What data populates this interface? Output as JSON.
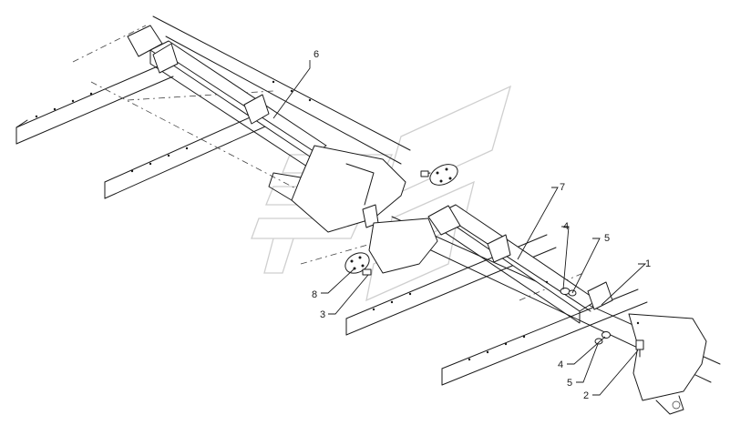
{
  "callouts": [
    {
      "id": "c6",
      "text": "6"
    },
    {
      "id": "c7",
      "text": "7"
    },
    {
      "id": "c4a",
      "text": "4"
    },
    {
      "id": "c5a",
      "text": "5"
    },
    {
      "id": "c1",
      "text": "1"
    },
    {
      "id": "c8",
      "text": "8"
    },
    {
      "id": "c3",
      "text": "3"
    },
    {
      "id": "c4b",
      "text": "4"
    },
    {
      "id": "c5b",
      "text": "5"
    },
    {
      "id": "c2",
      "text": "2"
    }
  ],
  "colors": {
    "line": "#1a1a1a",
    "watermark": "#cfcfcf",
    "background": "#ffffff"
  }
}
